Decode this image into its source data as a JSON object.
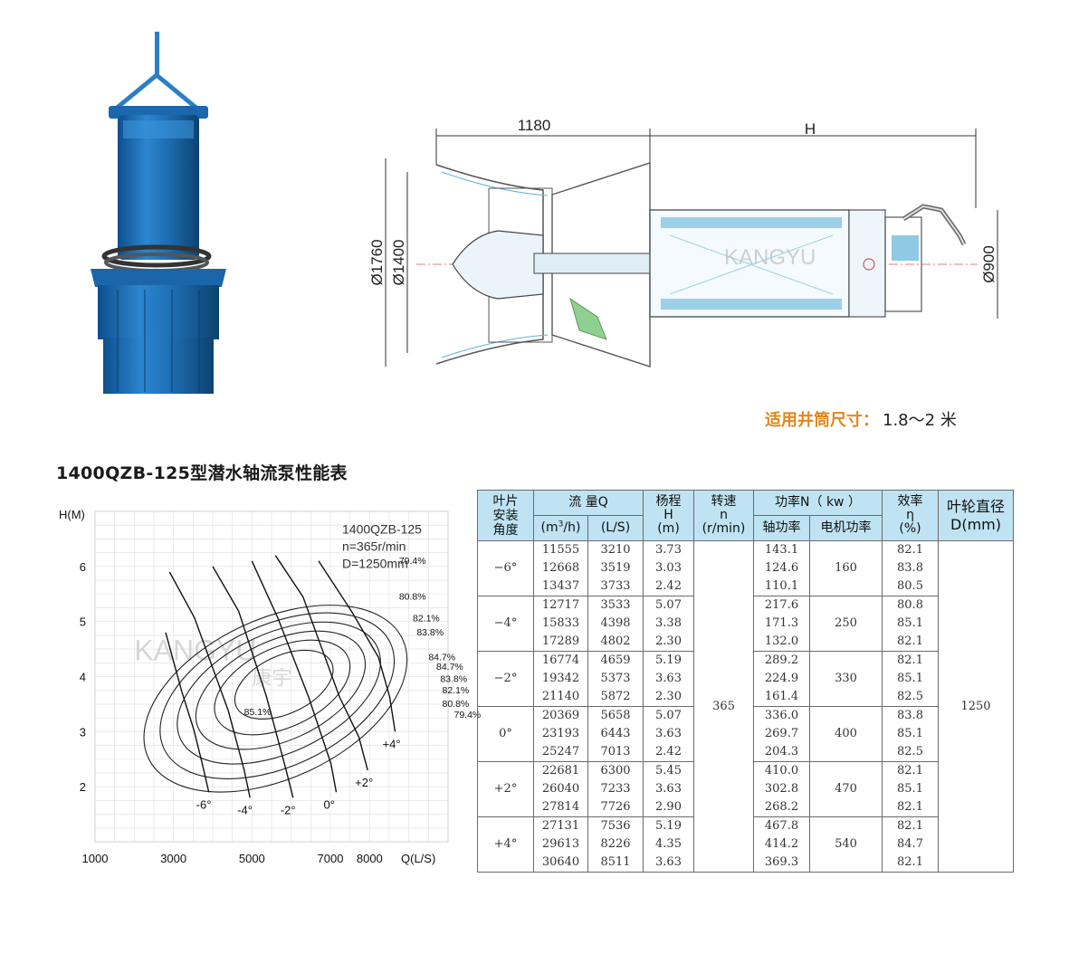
{
  "title": "1400QZB-125型潜水轴流泵性能表",
  "well_note": {
    "label": "适用井筒尺寸：",
    "value": "1.8～2 米"
  },
  "watermark": {
    "brand": "KANGYU",
    "cn": "康宇"
  },
  "drawing": {
    "dim_width": "1180",
    "dim_h": "H",
    "dim_d1760": "Ø1760",
    "dim_d1400": "Ø1400",
    "dim_d900": "Ø900"
  },
  "colors": {
    "pump_blue": "#1f6fb5",
    "header_bg": "#bfe3f2",
    "note_orange": "#e0871e",
    "drawing_cyan": "#5fb4d8",
    "drawing_red": "#d9534f"
  },
  "chart_data": {
    "type": "scatter",
    "title": "",
    "legend_lines": [
      "1400QZB-125",
      "n=365r/min",
      "D=1250mm"
    ],
    "xlabel": "Q(L/S)",
    "ylabel": "H(M)",
    "x_ticks": [
      "1000",
      "3000",
      "5000",
      "7000",
      "8000"
    ],
    "y_ticks": [
      "6",
      "5",
      "4",
      "3",
      "2"
    ],
    "xlim": [
      1000,
      10000
    ],
    "ylim": [
      1,
      7
    ],
    "grid": true,
    "blade_angle_curves": [
      {
        "label": "-6°",
        "points": [
          [
            2800,
            4.8
          ],
          [
            3210,
            3.73
          ],
          [
            3519,
            3.03
          ],
          [
            3733,
            2.42
          ],
          [
            3900,
            1.9
          ]
        ]
      },
      {
        "label": "-4°",
        "points": [
          [
            2900,
            5.9
          ],
          [
            3533,
            5.07
          ],
          [
            4398,
            3.38
          ],
          [
            4802,
            2.3
          ],
          [
            4950,
            1.8
          ]
        ]
      },
      {
        "label": "-2°",
        "points": [
          [
            4000,
            6.0
          ],
          [
            4659,
            5.19
          ],
          [
            5373,
            3.63
          ],
          [
            5872,
            2.3
          ],
          [
            6050,
            1.8
          ]
        ]
      },
      {
        "label": "0°",
        "points": [
          [
            5000,
            6.1
          ],
          [
            5658,
            5.07
          ],
          [
            6443,
            3.63
          ],
          [
            7013,
            2.42
          ],
          [
            7150,
            1.9
          ]
        ]
      },
      {
        "label": "+2°",
        "points": [
          [
            5600,
            6.2
          ],
          [
            6300,
            5.45
          ],
          [
            7233,
            3.63
          ],
          [
            7726,
            2.9
          ],
          [
            7950,
            2.3
          ]
        ]
      },
      {
        "label": "+4°",
        "points": [
          [
            6700,
            6.1
          ],
          [
            7536,
            5.19
          ],
          [
            8226,
            4.35
          ],
          [
            8511,
            3.63
          ],
          [
            8650,
            3.0
          ]
        ]
      }
    ],
    "efficiency_labels": [
      {
        "label": "79.4%",
        "x": 8750,
        "y": 6.05
      },
      {
        "label": "80.8%",
        "x": 8750,
        "y": 5.4
      },
      {
        "label": "82.1%",
        "x": 9100,
        "y": 5.0
      },
      {
        "label": "83.8%",
        "x": 9200,
        "y": 4.75
      },
      {
        "label": "84.7%",
        "x": 9500,
        "y": 4.3
      },
      {
        "label": "84.7%",
        "x": 9700,
        "y": 4.12
      },
      {
        "label": "83.8%",
        "x": 9800,
        "y": 3.9
      },
      {
        "label": "82.1%",
        "x": 9850,
        "y": 3.7
      },
      {
        "label": "80.8%",
        "x": 9850,
        "y": 3.45
      },
      {
        "label": "79.4%",
        "x": 10150,
        "y": 3.25
      },
      {
        "label": "85.1%",
        "x": 4800,
        "y": 3.3
      }
    ]
  },
  "table": {
    "headers": {
      "angle": "叶片安装角度",
      "flow": "流 量Q",
      "flow_m3h_pre": "(m",
      "flow_m3h_sup": "3",
      "flow_m3h_post": "/h)",
      "flow_ls": "(L/S)",
      "head": "杨程H(m)",
      "head_l1": "杨程",
      "head_l2": "H",
      "head_l3": "(m)",
      "speed_l1": "转速",
      "speed_l2": "n",
      "speed_l3": "(r/min)",
      "power": "功率N（ kw ）",
      "shaft_power": "轴功率",
      "motor_power": "电机功率",
      "eff_l1": "效率",
      "eff_l2": "η",
      "eff_l3": "(%)",
      "dia_l1": "叶轮直径",
      "dia_l2": "D(mm)"
    },
    "speed": "365",
    "impeller_dia": "1250",
    "groups": [
      {
        "angle": "−6°",
        "motor": "160",
        "rows": [
          {
            "q_m3h": "11555",
            "q_ls": "3210",
            "h": "3.73",
            "shaft": "143.1",
            "eff": "82.1"
          },
          {
            "q_m3h": "12668",
            "q_ls": "3519",
            "h": "3.03",
            "shaft": "124.6",
            "eff": "83.8"
          },
          {
            "q_m3h": "13437",
            "q_ls": "3733",
            "h": "2.42",
            "shaft": "110.1",
            "eff": "80.5"
          }
        ]
      },
      {
        "angle": "−4°",
        "motor": "250",
        "rows": [
          {
            "q_m3h": "12717",
            "q_ls": "3533",
            "h": "5.07",
            "shaft": "217.6",
            "eff": "80.8"
          },
          {
            "q_m3h": "15833",
            "q_ls": "4398",
            "h": "3.38",
            "shaft": "171.3",
            "eff": "85.1"
          },
          {
            "q_m3h": "17289",
            "q_ls": "4802",
            "h": "2.30",
            "shaft": "132.0",
            "eff": "82.1"
          }
        ]
      },
      {
        "angle": "−2°",
        "motor": "330",
        "rows": [
          {
            "q_m3h": "16774",
            "q_ls": "4659",
            "h": "5.19",
            "shaft": "289.2",
            "eff": "82.1"
          },
          {
            "q_m3h": "19342",
            "q_ls": "5373",
            "h": "3.63",
            "shaft": "224.9",
            "eff": "85.1"
          },
          {
            "q_m3h": "21140",
            "q_ls": "5872",
            "h": "2.30",
            "shaft": "161.4",
            "eff": "82.5"
          }
        ]
      },
      {
        "angle": "0°",
        "motor": "400",
        "rows": [
          {
            "q_m3h": "20369",
            "q_ls": "5658",
            "h": "5.07",
            "shaft": "336.0",
            "eff": "83.8"
          },
          {
            "q_m3h": "23193",
            "q_ls": "6443",
            "h": "3.63",
            "shaft": "269.7",
            "eff": "85.1"
          },
          {
            "q_m3h": "25247",
            "q_ls": "7013",
            "h": "2.42",
            "shaft": "204.3",
            "eff": "82.5"
          }
        ]
      },
      {
        "angle": "+2°",
        "motor": "470",
        "rows": [
          {
            "q_m3h": "22681",
            "q_ls": "6300",
            "h": "5.45",
            "shaft": "410.0",
            "eff": "82.1"
          },
          {
            "q_m3h": "26040",
            "q_ls": "7233",
            "h": "3.63",
            "shaft": "302.8",
            "eff": "85.1"
          },
          {
            "q_m3h": "27814",
            "q_ls": "7726",
            "h": "2.90",
            "shaft": "268.2",
            "eff": "82.1"
          }
        ]
      },
      {
        "angle": "+4°",
        "motor": "540",
        "rows": [
          {
            "q_m3h": "27131",
            "q_ls": "7536",
            "h": "5.19",
            "shaft": "467.8",
            "eff": "82.1"
          },
          {
            "q_m3h": "29613",
            "q_ls": "8226",
            "h": "4.35",
            "shaft": "414.2",
            "eff": "84.7"
          },
          {
            "q_m3h": "30640",
            "q_ls": "8511",
            "h": "3.63",
            "shaft": "369.3",
            "eff": "82.1"
          }
        ]
      }
    ]
  }
}
